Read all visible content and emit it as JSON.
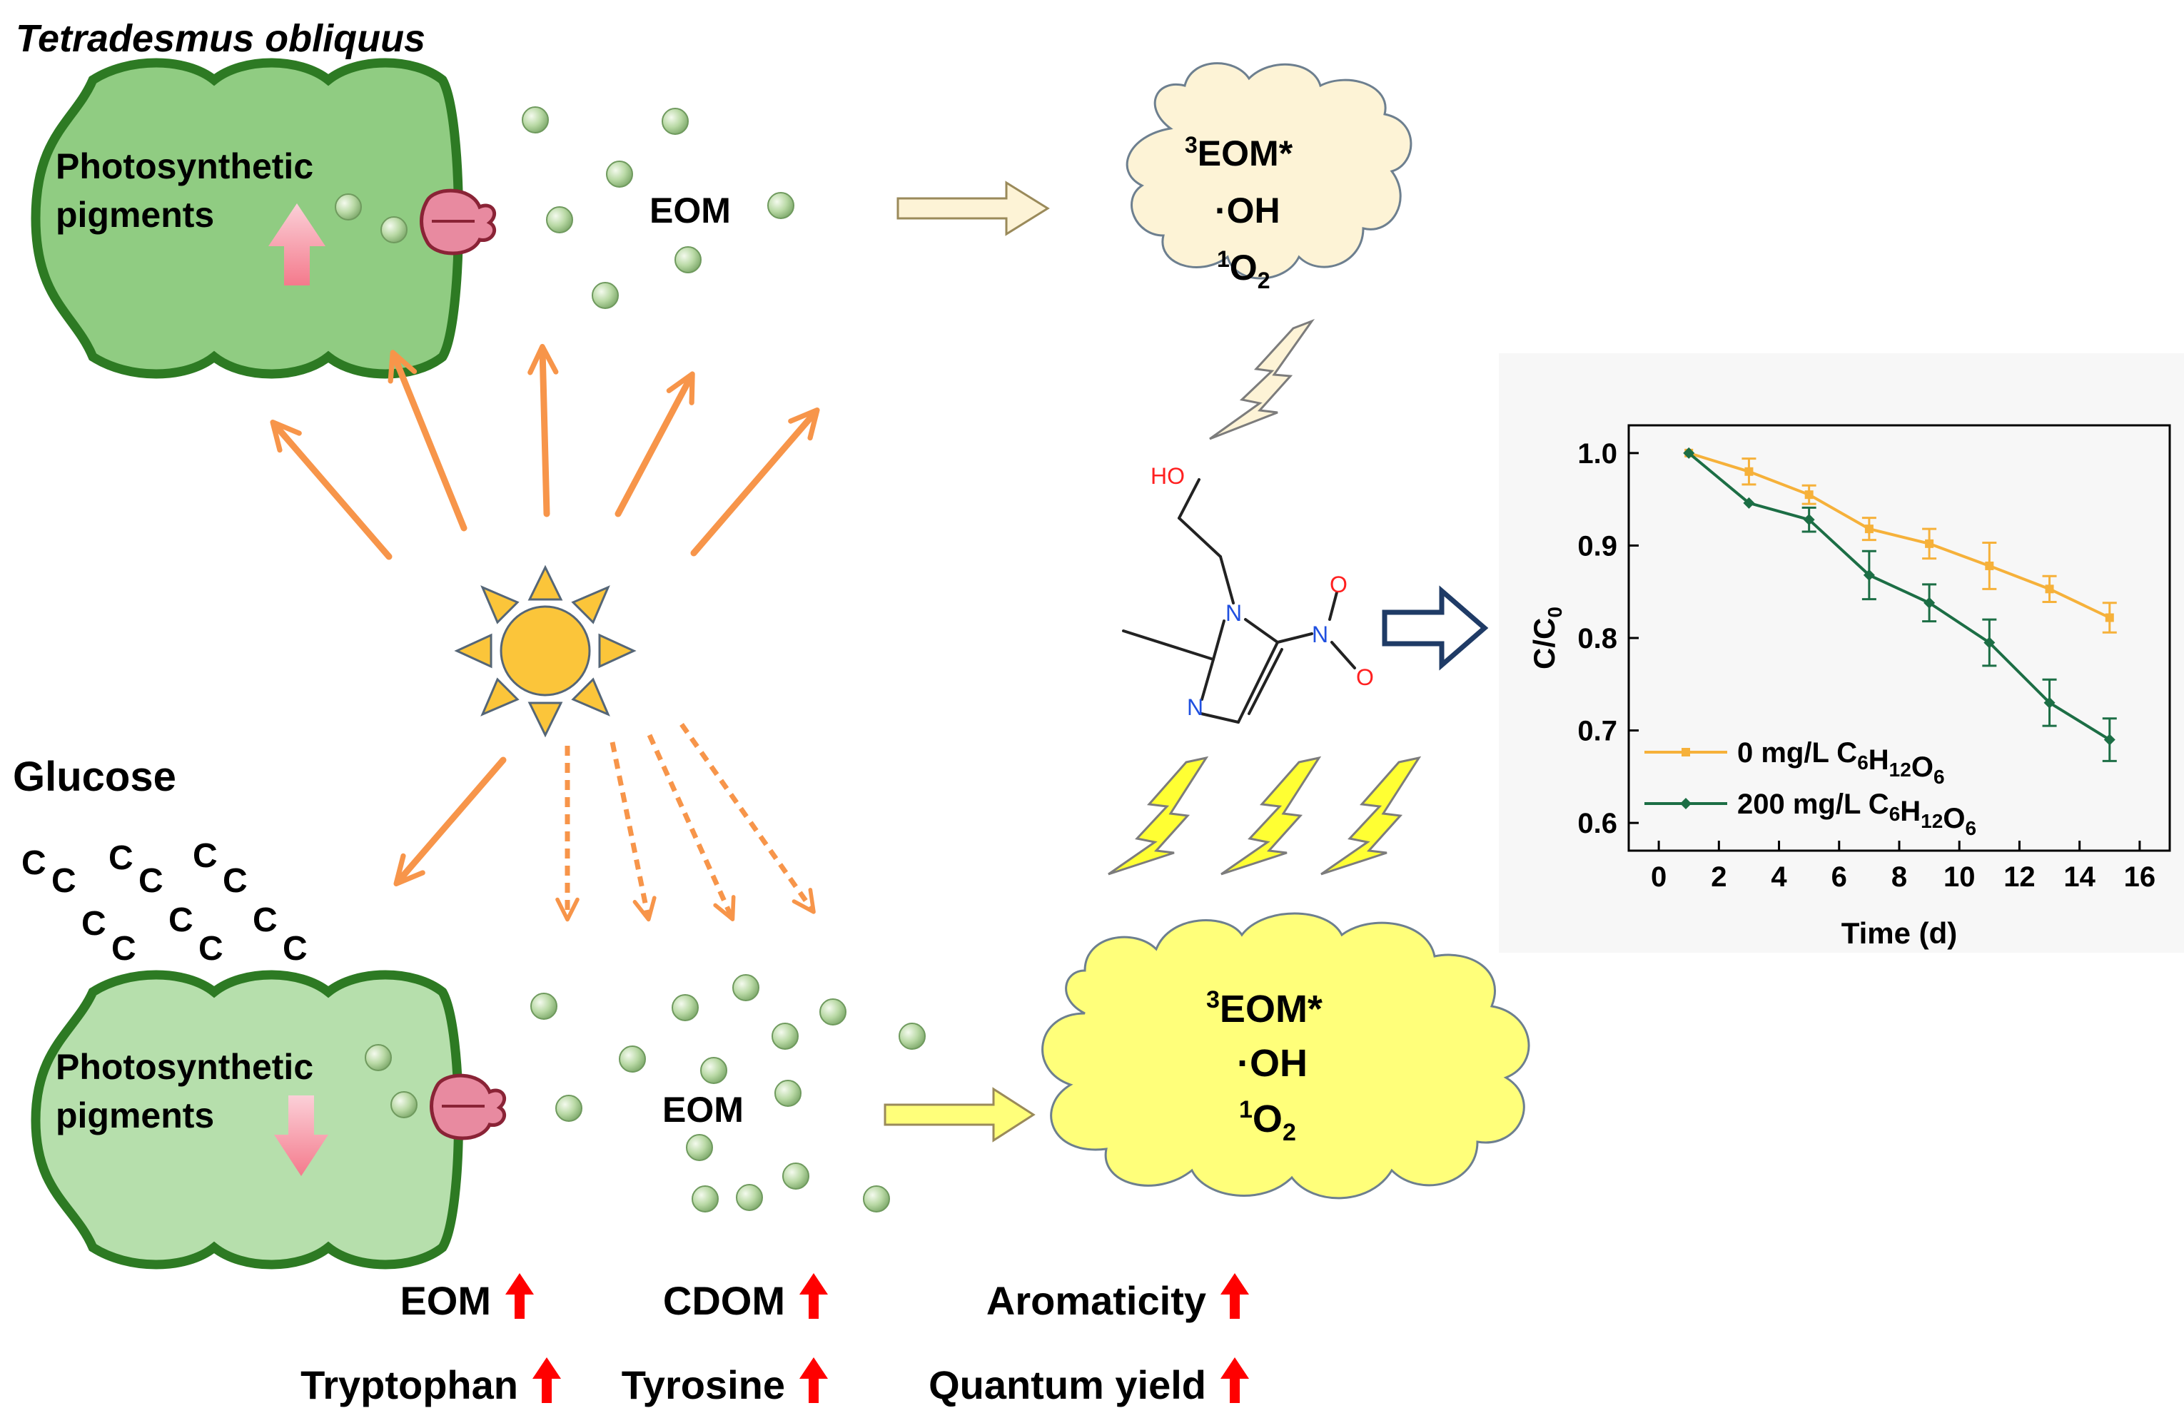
{
  "labels": {
    "species": "Tetradesmus obliquus",
    "glucose": "Glucose",
    "pigments_line1": "Photosynthetic",
    "pigments_line2": "pigments",
    "eom": "EOM",
    "carbons": [
      "C",
      "C",
      "C",
      "C",
      "C",
      "C",
      "C",
      "C",
      "C",
      "C",
      "C",
      "C"
    ],
    "ros_top": {
      "sup3": "3",
      "eom": "EOM*",
      "oh": "·OH",
      "sup1": "1",
      "o": "O",
      "sub2": "2"
    },
    "ros_bottom": {
      "sup3": "3",
      "eom": "EOM*",
      "oh": "·OH",
      "sup1": "1",
      "o": "O",
      "sub2": "2"
    }
  },
  "molecule": {
    "ho": "HO",
    "n1": "N",
    "n2": "N",
    "n3": "N",
    "o1": "O",
    "o2": "O"
  },
  "indicators": [
    {
      "label": "EOM",
      "trend": "up"
    },
    {
      "label": "CDOM",
      "trend": "up"
    },
    {
      "label": "Aromaticity",
      "trend": "up"
    },
    {
      "label": "Tryptophan",
      "trend": "up"
    },
    {
      "label": "Tyrosine",
      "trend": "up"
    },
    {
      "label": "Quantum yield",
      "trend": "up"
    }
  ],
  "colors": {
    "cell_fill_top": "#90cc82",
    "cell_fill_bottom": "#b6dfac",
    "cell_stroke": "#2d7a23",
    "sun": "#fbc53a",
    "light_arrow": "#f7954a",
    "cloud_top": "#fdf3d6",
    "cloud_bottom": "#ffff7a",
    "bolt": "#ffff33",
    "series_0": "#f6b13a",
    "series_200": "#1c6e45",
    "indicator_arrow": "#ff0000",
    "block_arrow": "#1f3b66"
  },
  "chart_data": {
    "type": "line",
    "xlabel": "Time (d)",
    "ylabel": "C/C0",
    "xlim": [
      -1,
      17
    ],
    "ylim": [
      0.57,
      1.03
    ],
    "xticks": [
      0,
      2,
      4,
      6,
      8,
      10,
      12,
      14,
      16
    ],
    "yticks": [
      0.6,
      0.7,
      0.8,
      0.9,
      1.0
    ],
    "xtick_labels": [
      "0",
      "2",
      "4",
      "6",
      "8",
      "10",
      "12",
      "14",
      "16"
    ],
    "ytick_labels": [
      "0.6",
      "0.7",
      "0.8",
      "0.9",
      "1.0"
    ],
    "legend_position": "lower-left",
    "series": [
      {
        "name": "0 mg/L C6H12O6",
        "x": [
          1,
          3,
          5,
          7,
          9,
          11,
          13,
          15
        ],
        "y": [
          1.0,
          0.98,
          0.955,
          0.918,
          0.902,
          0.878,
          0.853,
          0.822
        ],
        "err": [
          0,
          0.014,
          0.01,
          0.012,
          0.016,
          0.025,
          0.014,
          0.016
        ]
      },
      {
        "name": "200 mg/L C6H12O6",
        "x": [
          1,
          3,
          5,
          7,
          9,
          11,
          13,
          15
        ],
        "y": [
          1.0,
          0.946,
          0.928,
          0.868,
          0.838,
          0.795,
          0.73,
          0.69
        ],
        "err": [
          0,
          0,
          0.013,
          0.026,
          0.02,
          0.025,
          0.025,
          0.023
        ]
      }
    ]
  }
}
